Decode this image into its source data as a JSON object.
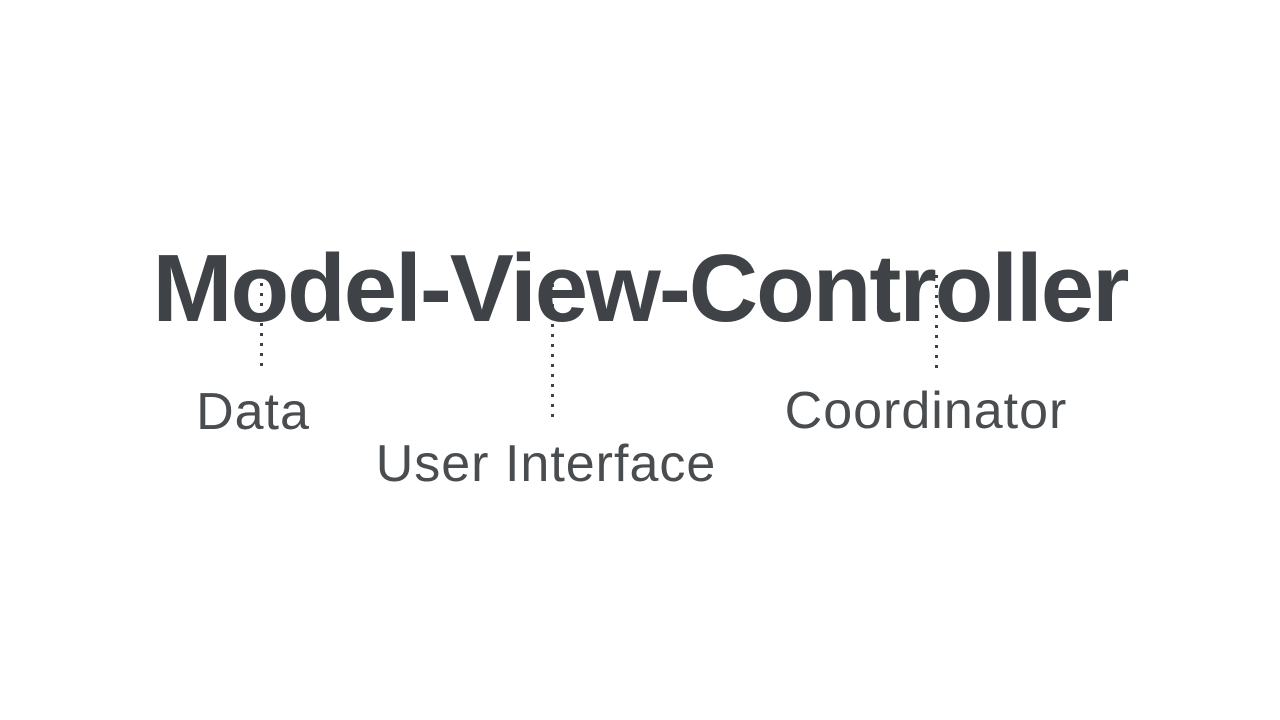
{
  "diagram": {
    "title": "Model-View-Controller",
    "ink_color": "#3f4347",
    "background_color": "#ffffff",
    "terms": [
      {
        "term": "Model",
        "meaning": "Data"
      },
      {
        "term": "View",
        "meaning": "User Interface"
      },
      {
        "term": "Controller",
        "meaning": "Coordinator"
      }
    ]
  }
}
